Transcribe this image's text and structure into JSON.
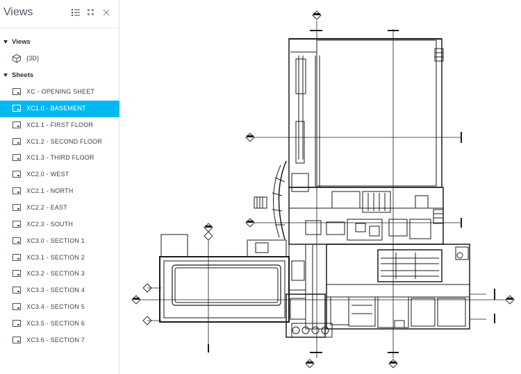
{
  "panel": {
    "title": "Views",
    "icons": {
      "list": "list-view-icon",
      "grid": "grid-view-icon",
      "close": "close-icon"
    },
    "views_section": {
      "label": "Views",
      "items": [
        {
          "label": "{3D}",
          "icon": "cube-3d-icon"
        }
      ]
    },
    "sheets_section": {
      "label": "Sheets",
      "selected_index": 1,
      "selected_color": "#00b9f2",
      "items": [
        {
          "label": "XC - OPENING SHEET"
        },
        {
          "label": "XC1.0 - BASEMENT"
        },
        {
          "label": "XC1.1 - FIRST FLOOR"
        },
        {
          "label": "XC1.2 - SECOND FLOOR"
        },
        {
          "label": "XC1.3 - THIRD FLOOR"
        },
        {
          "label": "XC2.0 - WEST"
        },
        {
          "label": "XC2.1 - NORTH"
        },
        {
          "label": "XC2.2 - EAST"
        },
        {
          "label": "XC2.3 - SOUTH"
        },
        {
          "label": "XC3.0 - SECTION 1"
        },
        {
          "label": "XC3.1 - SECTION 2"
        },
        {
          "label": "XC3.2 - SECTION 3"
        },
        {
          "label": "XC3.3 - SECTION 4"
        },
        {
          "label": "XC3.4 - SECTION 5"
        },
        {
          "label": "XC3.5 - SECTION 6"
        },
        {
          "label": "XC3.6 - SECTION 7"
        }
      ]
    }
  },
  "viewer": {
    "drawing": "basement-floor-plan"
  }
}
